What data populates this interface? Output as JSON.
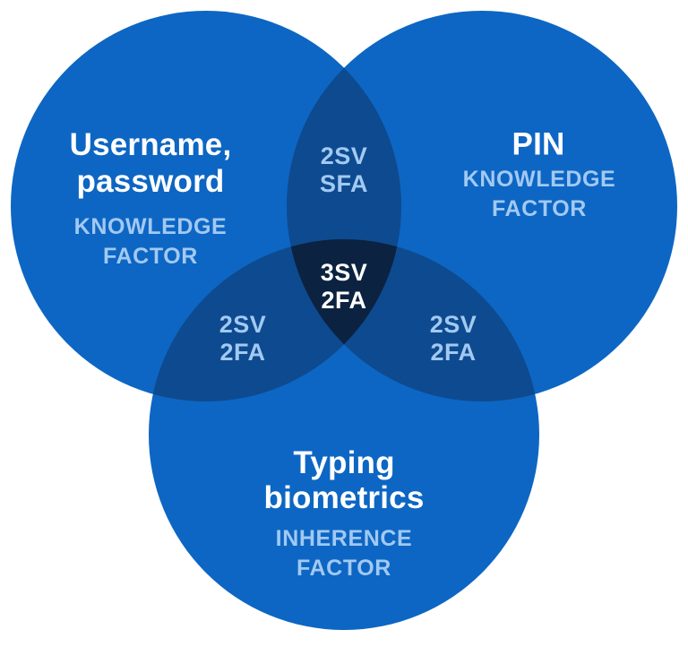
{
  "diagram": {
    "type": "venn",
    "background": "#ffffff",
    "colors": {
      "circle_fill": "#0d66c3",
      "pair_overlap_fill": "#0e4a8f",
      "triple_overlap_fill": "#0b2340",
      "title_text": "#ffffff",
      "factor_text": "#a2c9f2"
    },
    "sets": [
      {
        "id": "username-password",
        "title_lines": [
          "Username,",
          "password"
        ],
        "factor_lines": [
          "KNOWLEDGE",
          "FACTOR"
        ]
      },
      {
        "id": "pin",
        "title_lines": [
          "PIN"
        ],
        "factor_lines": [
          "KNOWLEDGE",
          "FACTOR"
        ]
      },
      {
        "id": "typing-biometrics",
        "title_lines": [
          "Typing",
          "biometrics"
        ],
        "factor_lines": [
          "INHERENCE",
          "FACTOR"
        ]
      }
    ],
    "overlaps": {
      "top": {
        "sets": [
          "username-password",
          "pin"
        ],
        "lines": [
          "2SV",
          "SFA"
        ]
      },
      "left": {
        "sets": [
          "username-password",
          "typing-biometrics"
        ],
        "lines": [
          "2SV",
          "2FA"
        ]
      },
      "right": {
        "sets": [
          "pin",
          "typing-biometrics"
        ],
        "lines": [
          "2SV",
          "2FA"
        ]
      },
      "center": {
        "sets": [
          "username-password",
          "pin",
          "typing-biometrics"
        ],
        "lines": [
          "3SV",
          "2FA"
        ]
      }
    }
  }
}
